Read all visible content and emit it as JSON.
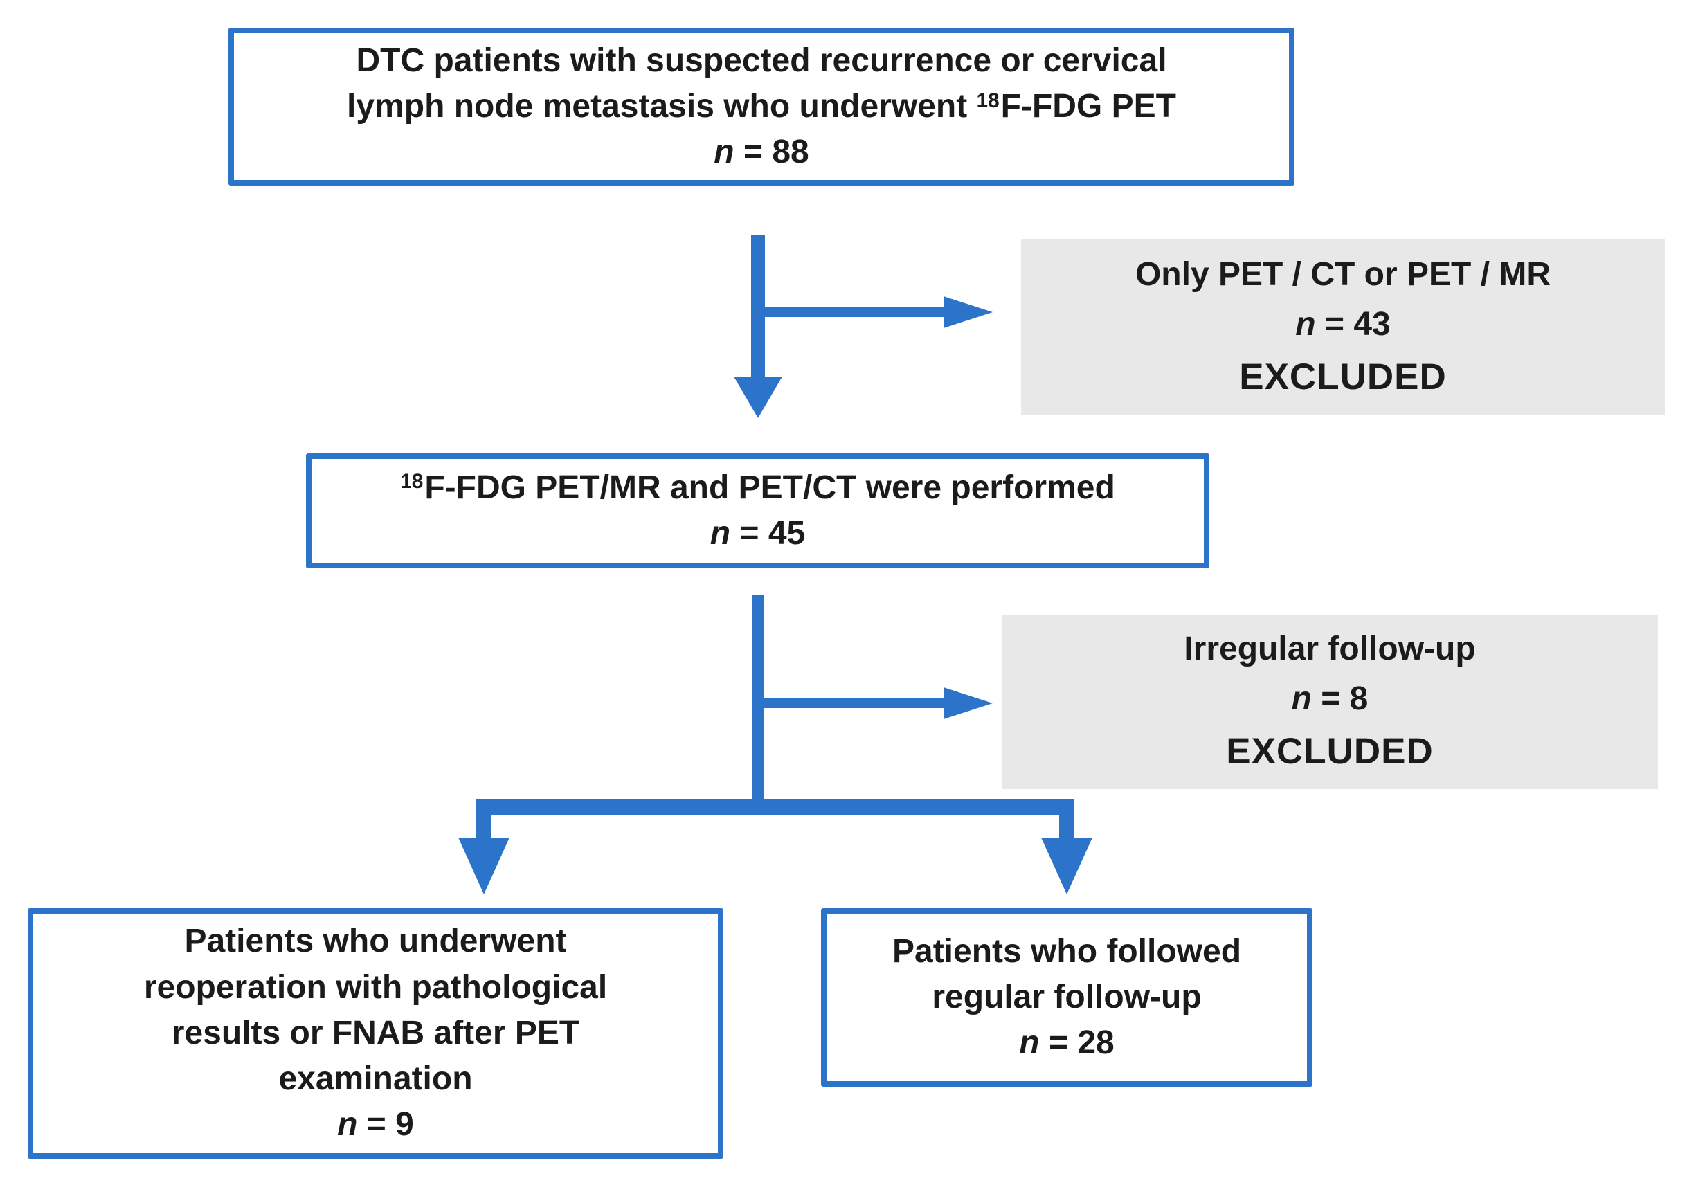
{
  "diagram": {
    "title": "DTC patient selection flowchart",
    "type": "patient-flow"
  },
  "colors": {
    "primary_blue": "#2b74c9",
    "excluded_bg": "#e8e8e8",
    "box_bg": "#ffffff",
    "text": "#1b1b1b"
  },
  "boxes": {
    "enrollment": {
      "line1": "DTC patients with suspected recurrence or cervical",
      "line2_pre": "lymph node metastasis who underwent",
      "isotope_sup": "18",
      "line2_post": "F-FDG PET",
      "n_label": "n",
      "n_value": "= 88"
    },
    "excluded1": {
      "line1": "Only PET / CT or PET / MR",
      "n_label": "n",
      "n_value": "= 43",
      "status": "EXCLUDED"
    },
    "performed": {
      "isotope_sup": "18",
      "line1": "F-FDG PET/MR and PET/CT were performed",
      "n_label": "n",
      "n_value": "= 45"
    },
    "excluded2": {
      "line1": "Irregular follow-up",
      "n_label": "n",
      "n_value": "= 8",
      "status": "EXCLUDED"
    },
    "reoperation": {
      "lines": [
        "Patients who underwent",
        "reoperation with pathological",
        "results or FNAB after PET",
        "examination"
      ],
      "n_label": "n",
      "n_value": "= 9"
    },
    "regular_followup": {
      "lines": [
        "Patients who followed",
        "regular follow-up"
      ],
      "n_label": "n",
      "n_value": "= 28"
    }
  }
}
